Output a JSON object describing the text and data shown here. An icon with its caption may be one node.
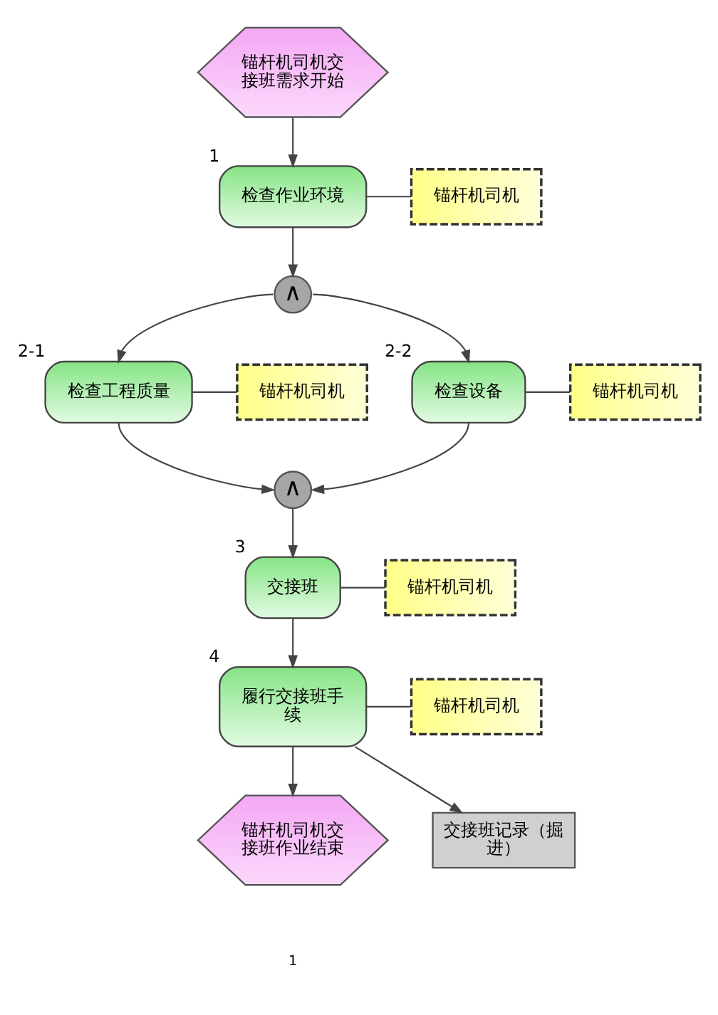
{
  "diagram": {
    "nodes": [
      {
        "text": [
          "锚杆机司机交接班需求开始"
        ]
      },
      {
        "text": [
          "检查作业环境"
        ],
        "beside": [
          "1"
        ]
      },
      {
        "text": [
          "锚杆机司机"
        ]
      },
      {
        "text": [
          "∧"
        ]
      },
      {
        "text": [
          "检查工程质量"
        ],
        "beside": [
          "2-1"
        ]
      },
      {
        "text": [
          "锚杆机司机"
        ]
      },
      {
        "text": [
          "检查设备"
        ],
        "beside": [
          "2-2"
        ]
      },
      {
        "text": [
          "锚杆机司机"
        ]
      },
      {
        "text": [
          "∧"
        ]
      },
      {
        "text": [
          "交接班"
        ],
        "beside": [
          "3"
        ]
      },
      {
        "text": [
          "锚杆机司机"
        ]
      },
      {
        "text": [
          "履行交接班手续"
        ],
        "beside": [
          "4"
        ]
      },
      {
        "text": [
          "锚杆机司机"
        ]
      },
      {
        "text": [
          "交接班记录（掘进）"
        ]
      },
      {
        "text": [
          "锚杆机司机交接班作业结束"
        ]
      }
    ],
    "edges": [
      {
        "from": 0,
        "to": 1,
        "arrow": "to"
      },
      {
        "from": 1,
        "to": 2,
        "arrow": "none"
      },
      {
        "from": 1,
        "to": 3,
        "arrow": "to"
      },
      {
        "from": 3,
        "to": 4,
        "arrow": "to"
      },
      {
        "from": 3,
        "to": 6,
        "arrow": "to"
      },
      {
        "from": 4,
        "to": 5,
        "arrow": "none"
      },
      {
        "from": 6,
        "to": 7,
        "arrow": "none"
      },
      {
        "from": 4,
        "to": 8,
        "arrow": "to"
      },
      {
        "from": 6,
        "to": 8,
        "arrow": "to"
      },
      {
        "from": 8,
        "to": 9,
        "arrow": "to"
      },
      {
        "from": 9,
        "to": 10,
        "arrow": "none"
      },
      {
        "from": 9,
        "to": 11,
        "arrow": "to"
      },
      {
        "from": 11,
        "to": 12,
        "arrow": "none"
      },
      {
        "from": 11,
        "to": 13,
        "arrow": "to"
      },
      {
        "from": 11,
        "to": 14,
        "arrow": "to"
      }
    ],
    "labels": [
      "1"
    ]
  }
}
